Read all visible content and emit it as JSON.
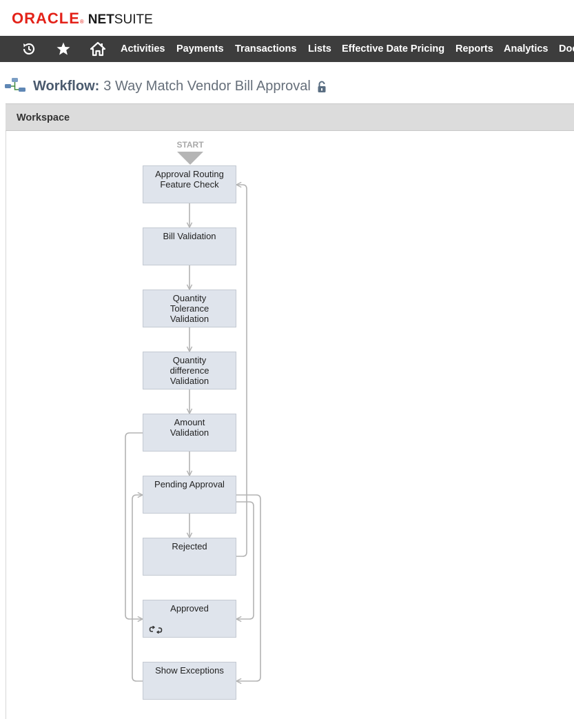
{
  "brand": {
    "oracle": "ORACLE",
    "registered": "®",
    "net": "NET",
    "suite": "SUITE"
  },
  "nav": {
    "icons": [
      "recent-icon",
      "star-icon",
      "home-icon"
    ],
    "items": [
      "Activities",
      "Payments",
      "Transactions",
      "Lists",
      "Effective Date Pricing",
      "Reports",
      "Analytics",
      "Doc"
    ]
  },
  "page": {
    "label": "Workflow:",
    "name": "3 Way Match Vendor Bill Approval"
  },
  "workspace": {
    "title": "Workspace",
    "start": "START"
  },
  "states": [
    {
      "lines": [
        "Approval Routing",
        "Feature Check"
      ]
    },
    {
      "lines": [
        "Bill Validation"
      ]
    },
    {
      "lines": [
        "Quantity",
        "Tolerance",
        "Validation"
      ]
    },
    {
      "lines": [
        "Quantity",
        "difference",
        "Validation"
      ]
    },
    {
      "lines": [
        "Amount",
        "Validation"
      ]
    },
    {
      "lines": [
        "Pending Approval"
      ]
    },
    {
      "lines": [
        "Rejected"
      ]
    },
    {
      "lines": [
        "Approved"
      ]
    },
    {
      "lines": [
        "Show Exceptions"
      ]
    }
  ],
  "colors": {
    "nav_bg": "#3d3d3d",
    "oracle_red": "#e32219",
    "state_bg": "#dfe4ec",
    "arrow": "#b3b3b3",
    "title_label": "#4a5a6e"
  }
}
